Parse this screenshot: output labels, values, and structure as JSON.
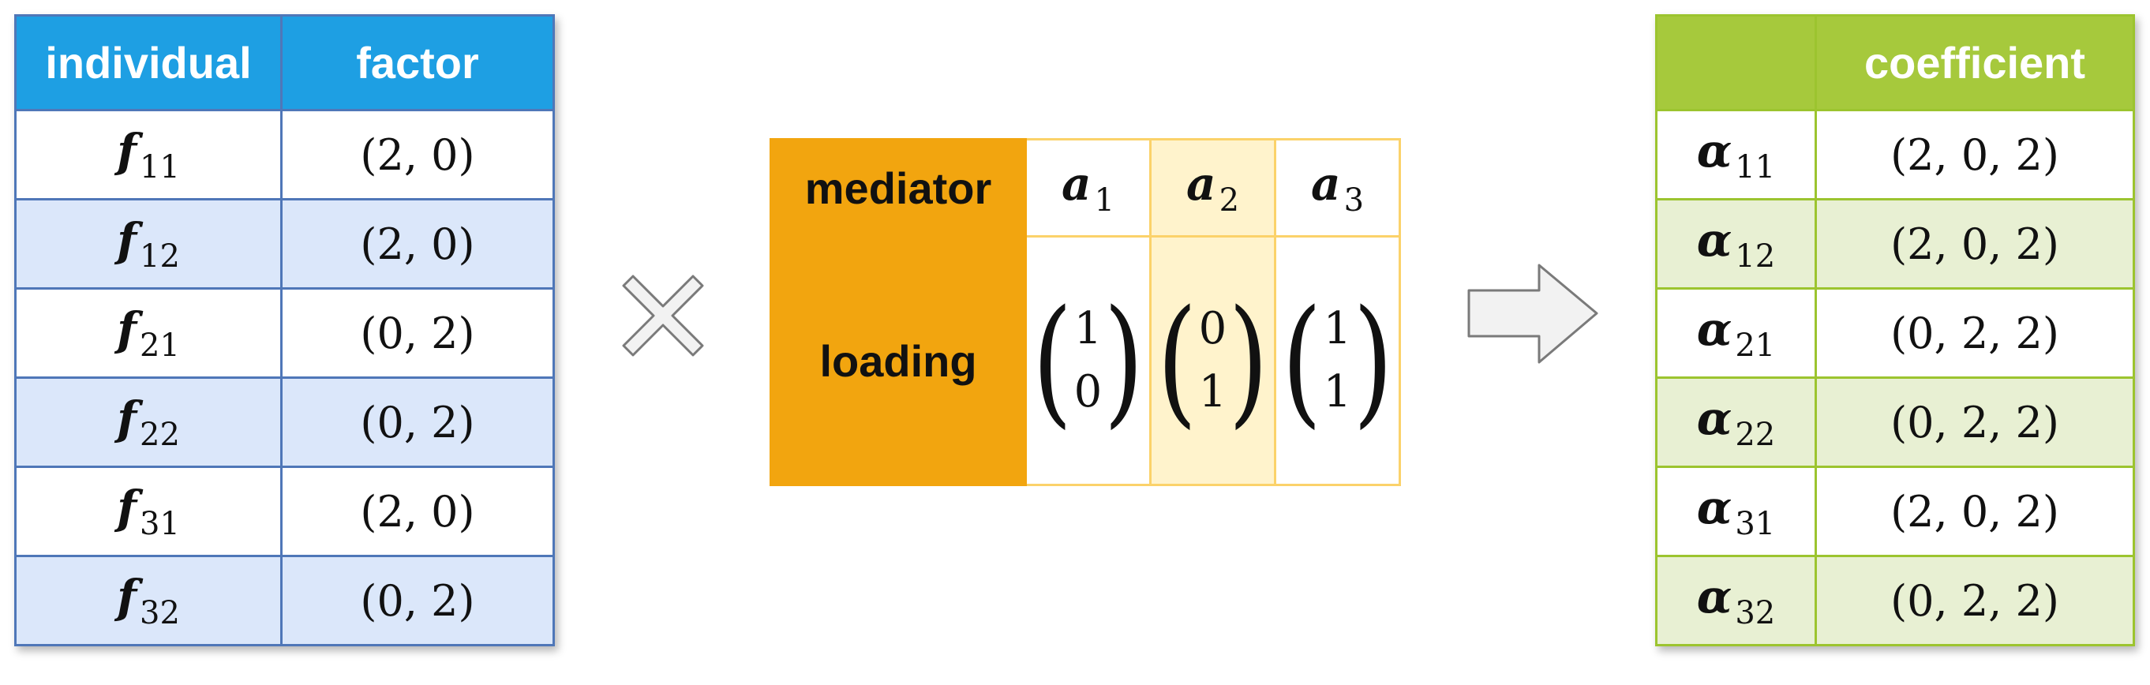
{
  "left_table": {
    "headers": [
      "individual",
      "factor"
    ],
    "rows": [
      {
        "symbol": "f",
        "sub": "11",
        "value": "(2, 0)"
      },
      {
        "symbol": "f",
        "sub": "12",
        "value": "(2, 0)"
      },
      {
        "symbol": "f",
        "sub": "21",
        "value": "(0, 2)"
      },
      {
        "symbol": "f",
        "sub": "22",
        "value": "(0, 2)"
      },
      {
        "symbol": "f",
        "sub": "31",
        "value": "(2, 0)"
      },
      {
        "symbol": "f",
        "sub": "32",
        "value": "(0, 2)"
      }
    ]
  },
  "operator": "times",
  "mediator_table": {
    "row_labels": [
      "mediator",
      "loading"
    ],
    "columns": [
      {
        "symbol": "a",
        "sub": "1",
        "top": "1",
        "bottom": "0"
      },
      {
        "symbol": "a",
        "sub": "2",
        "top": "0",
        "bottom": "1"
      },
      {
        "symbol": "a",
        "sub": "3",
        "top": "1",
        "bottom": "1"
      }
    ]
  },
  "arrow": "right-arrow",
  "right_table": {
    "headers": [
      "",
      "coefficient"
    ],
    "rows": [
      {
        "symbol": "α",
        "sub": "11",
        "value": "(2, 0, 2)"
      },
      {
        "symbol": "α",
        "sub": "12",
        "value": "(2, 0, 2)"
      },
      {
        "symbol": "α",
        "sub": "21",
        "value": "(0, 2, 2)"
      },
      {
        "symbol": "α",
        "sub": "22",
        "value": "(0, 2, 2)"
      },
      {
        "symbol": "α",
        "sub": "31",
        "value": "(2, 0, 2)"
      },
      {
        "symbol": "α",
        "sub": "32",
        "value": "(0, 2, 2)"
      }
    ]
  },
  "colors": {
    "left_header": "#1e9fe3",
    "left_alt_row": "#dbe7fa",
    "mediator_header": "#f2a50f",
    "mediator_highlight": "#fff3cc",
    "right_header": "#a6c93c",
    "right_alt_row": "#e8f0d3"
  }
}
